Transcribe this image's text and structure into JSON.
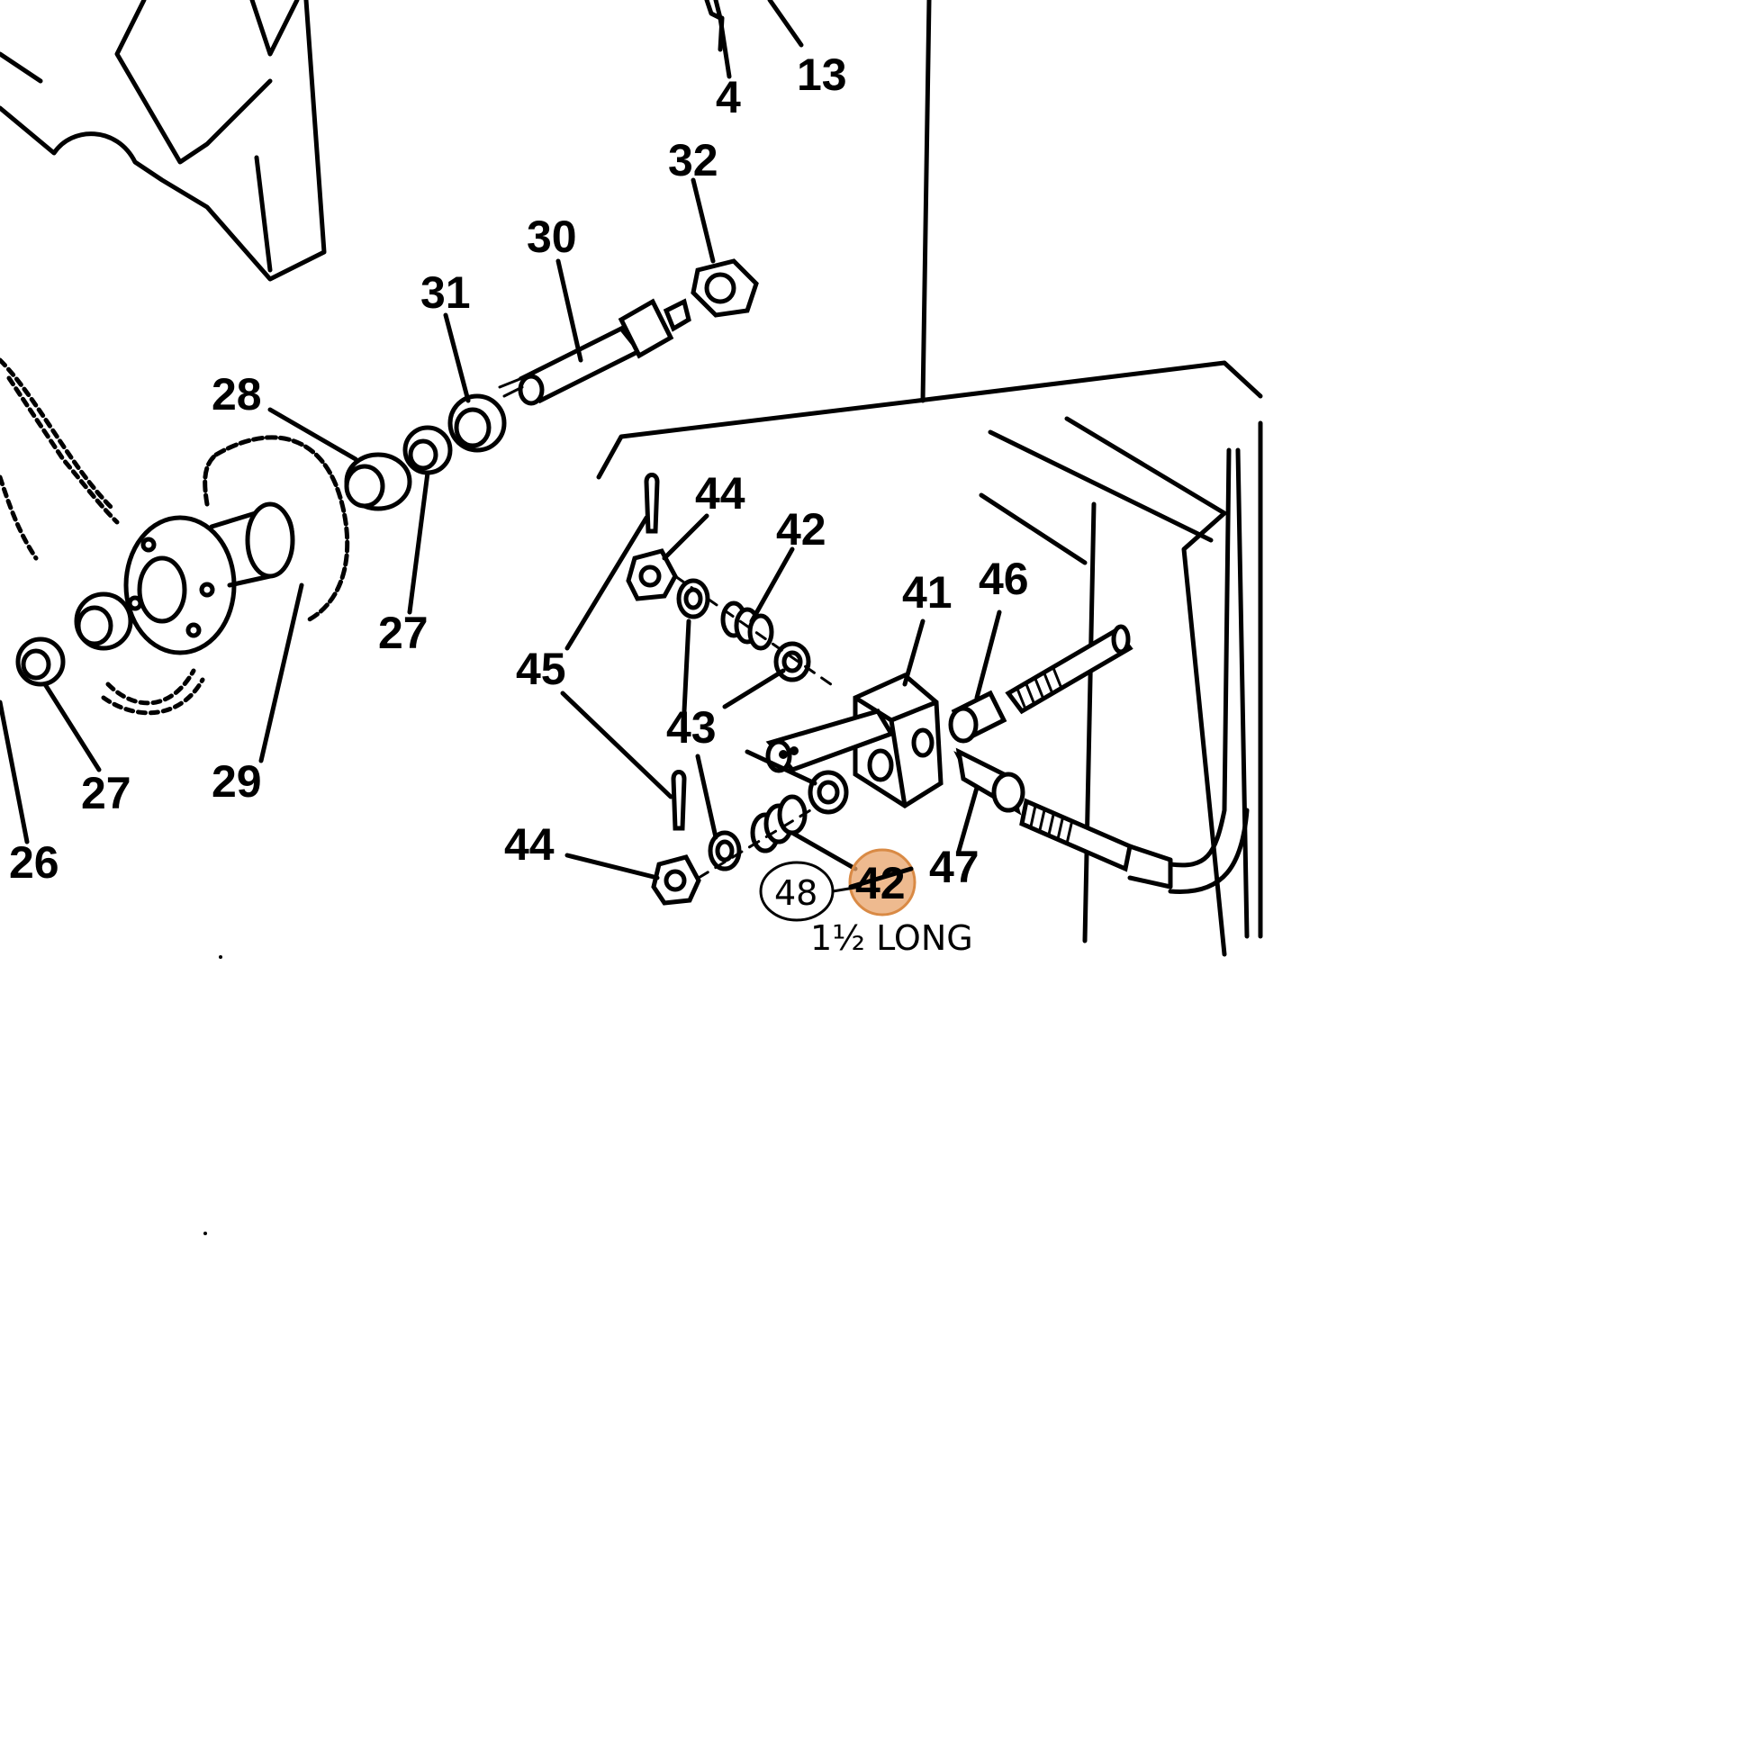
{
  "labels": {
    "l4": "4",
    "l13": "13",
    "l32": "32",
    "l30": "30",
    "l31": "31",
    "l28": "28",
    "l27a": "27",
    "l27b": "27",
    "l29": "29",
    "l26": "26",
    "l44a": "44",
    "l42a": "42",
    "l41": "41",
    "l46": "46",
    "l45": "45",
    "l43": "43",
    "l44b": "44",
    "l42b": "42",
    "l47": "47"
  },
  "handwritten": {
    "circled_number": "48",
    "note": "1½ LONG"
  },
  "colors": {
    "highlight": "#e8a36a",
    "ink": "#000000"
  }
}
